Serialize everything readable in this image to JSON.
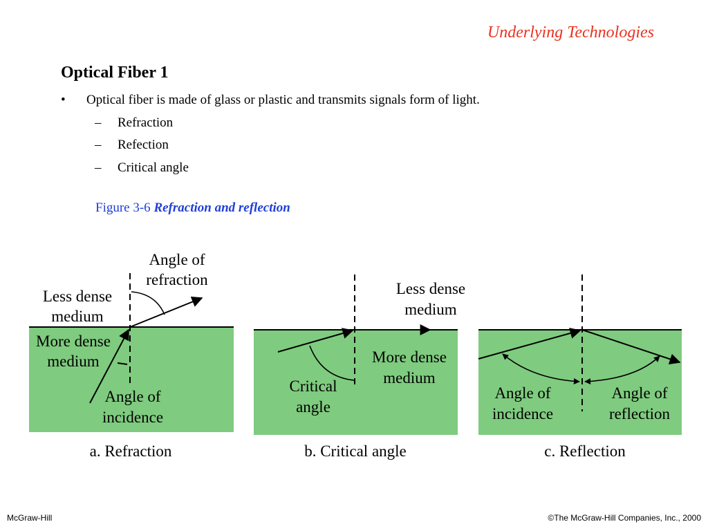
{
  "header": {
    "section_title": "Underlying Technologies"
  },
  "slide": {
    "title": "Optical Fiber 1",
    "bullet_symbol": "•",
    "bullet": "Optical fiber is made of glass or plastic and transmits signals form of light.",
    "dash_symbol": "–",
    "sub_items": [
      "Refraction",
      "Refection",
      "Critical angle"
    ]
  },
  "figure": {
    "label": "Figure  3-6",
    "title": "Refraction and reflection",
    "colors": {
      "dense_medium": "#7fcb7f",
      "line": "#000000"
    },
    "panel_a": {
      "label_less_dense_1": "Less dense",
      "label_less_dense_2": "medium",
      "label_angle_refraction_1": "Angle of",
      "label_angle_refraction_2": "refraction",
      "label_more_dense_1": "More dense",
      "label_more_dense_2": "medium",
      "label_angle_incidence_1": "Angle of",
      "label_angle_incidence_2": "incidence",
      "caption": "a. Refraction"
    },
    "panel_b": {
      "label_less_dense_1": "Less dense",
      "label_less_dense_2": "medium",
      "label_more_dense_1": "More dense",
      "label_more_dense_2": "medium",
      "label_critical_1": "Critical",
      "label_critical_2": "angle",
      "caption": "b. Critical angle"
    },
    "panel_c": {
      "label_angle_incidence_1": "Angle of",
      "label_angle_incidence_2": "incidence",
      "label_angle_reflection_1": "Angle of",
      "label_angle_reflection_2": "reflection",
      "caption": "c. Reflection"
    }
  },
  "footer": {
    "left": "McGraw-Hill",
    "right": "©The McGraw-Hill Companies, Inc., 2000"
  }
}
